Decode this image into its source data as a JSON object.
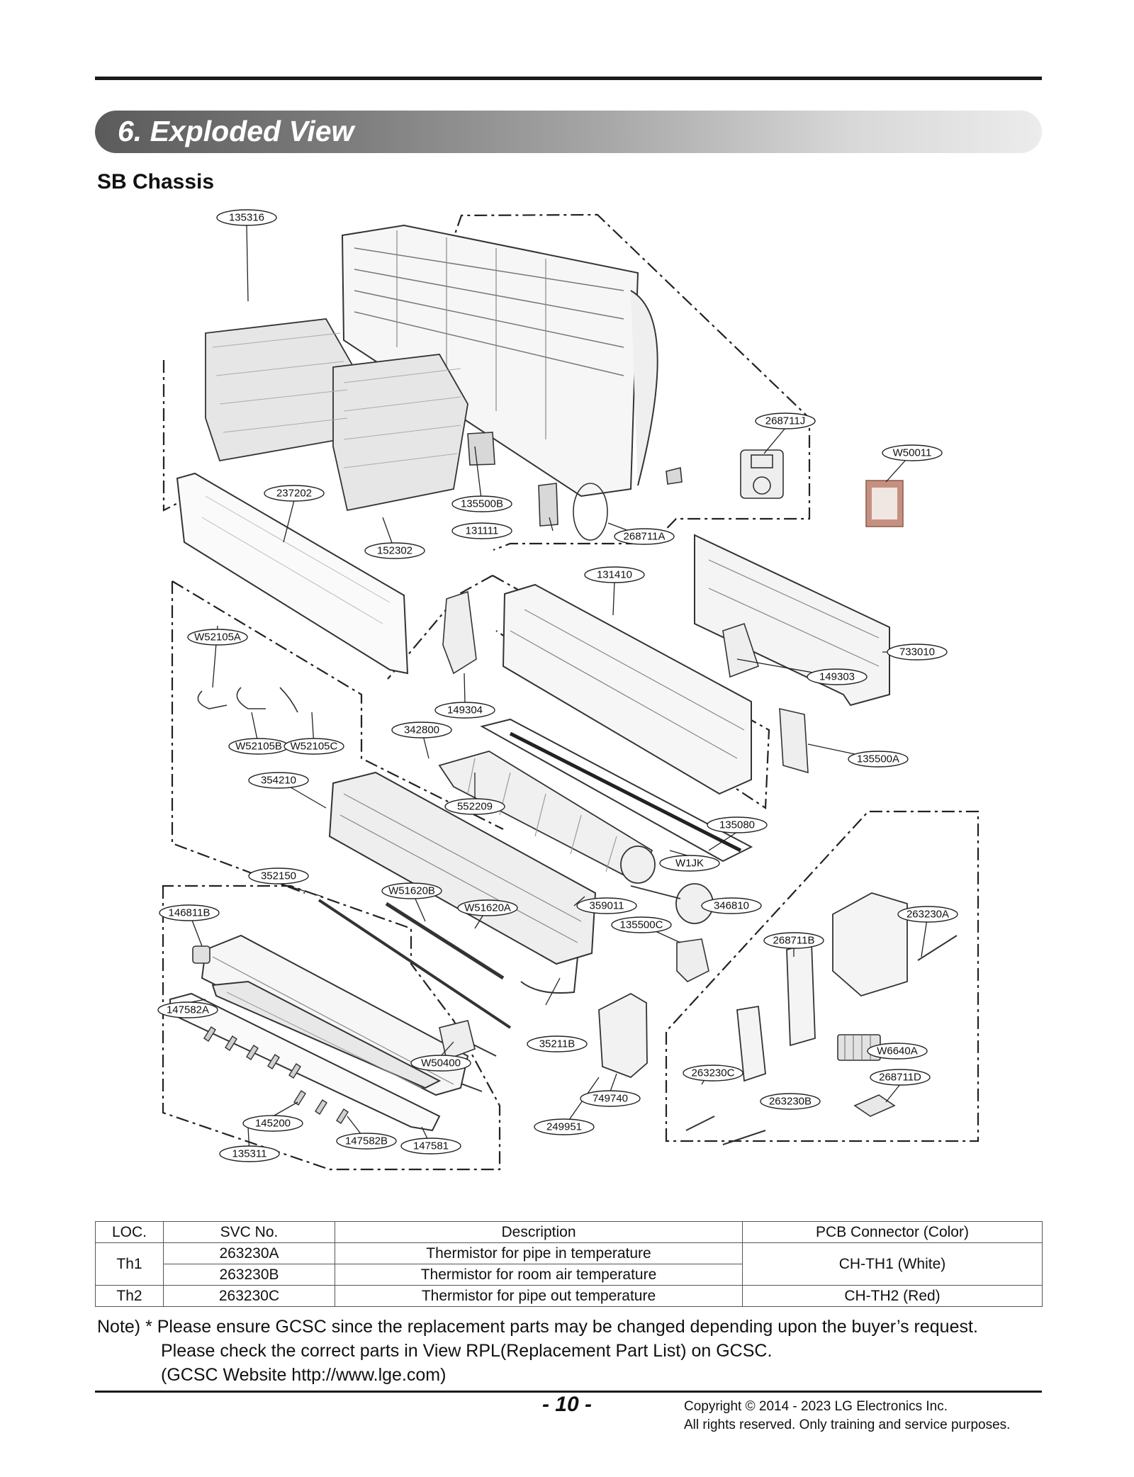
{
  "section": {
    "title": "6. Exploded View"
  },
  "subheading": "SB Chassis",
  "callouts": {
    "c135316": "135316",
    "c268711J": "268711J",
    "cW50011": "W50011",
    "c237202": "237202",
    "c135500B": "135500B",
    "c131111": "131111",
    "c268711A": "268711A",
    "c152302": "152302",
    "c131410": "131410",
    "c733010": "733010",
    "cW52105A": "W52105A",
    "c149303": "149303",
    "c149304": "149304",
    "c342800": "342800",
    "cW52105B": "W52105B",
    "cW52105C": "W52105C",
    "c135500A": "135500A",
    "c354210": "354210",
    "c552209": "552209",
    "c135080": "135080",
    "cW1JK": "W1JK",
    "c352150": "352150",
    "cW51620B": "W51620B",
    "c359011": "359011",
    "c346810": "346810",
    "c146811B": "146811B",
    "cW51620A": "W51620A",
    "c135500C": "135500C",
    "c263230A": "263230A",
    "c268711B": "268711B",
    "c147582A": "147582A",
    "c35211B": "35211B",
    "cW6640A": "W6640A",
    "cW50400": "W50400",
    "c263230C": "263230C",
    "c268711D": "268711D",
    "c749740": "749740",
    "c263230B": "263230B",
    "c145200": "145200",
    "c249951": "249951",
    "c147582B": "147582B",
    "c147581": "147581",
    "c135311": "135311"
  },
  "table": {
    "headers": [
      "LOC.",
      "SVC No.",
      "Description",
      "PCB Connector (Color)"
    ],
    "rows": [
      {
        "loc": "Th1",
        "svc": "263230A",
        "desc": "Thermistor for pipe in temperature",
        "conn": "CH-TH1 (White)"
      },
      {
        "loc": "Th1",
        "svc": "263230B",
        "desc": "Thermistor for room air temperature",
        "conn": "CH-TH1 (White)"
      },
      {
        "loc": "Th2",
        "svc": "263230C",
        "desc": "Thermistor for pipe out temperature",
        "conn": "CH-TH2 (Red)"
      }
    ]
  },
  "notes": {
    "line1": "Note) * Please ensure GCSC since the replacement parts may be changed depending upon the buyer’s request.",
    "line2": "Please check the correct parts in View RPL(Replacement Part List) on GCSC.",
    "line3": "(GCSC Website http://www.lge.com)"
  },
  "footer": {
    "page_number": "- 10 -",
    "copyright_line1": "Copyright © 2014 - 2023 LG Electronics Inc.",
    "copyright_line2": "All rights reserved. Only training and service purposes."
  }
}
